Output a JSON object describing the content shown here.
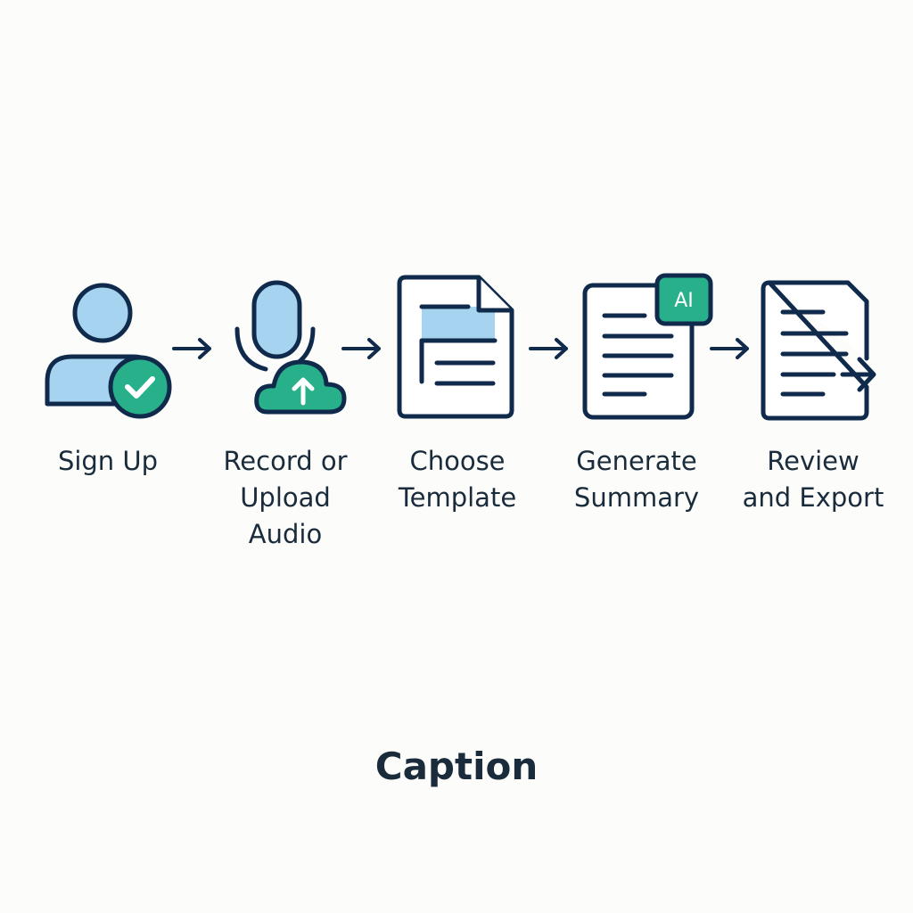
{
  "colors": {
    "outline": "#102a4c",
    "light_blue": "#a6d3ef",
    "green": "#28b08a",
    "text": "#1a2b3c",
    "background": "#fcfcfa"
  },
  "steps": [
    {
      "label": "Sign Up",
      "icon": "user-check-icon"
    },
    {
      "label": "Record or\nUpload\nAudio",
      "icon": "microphone-cloud-upload-icon"
    },
    {
      "label": "Choose\nTemplate",
      "icon": "template-document-icon"
    },
    {
      "label": "Generate\nSummary",
      "icon": "ai-summary-document-icon",
      "badge": "AI"
    },
    {
      "label": "Review\nand Export",
      "icon": "export-document-icon"
    }
  ],
  "caption": "Caption"
}
